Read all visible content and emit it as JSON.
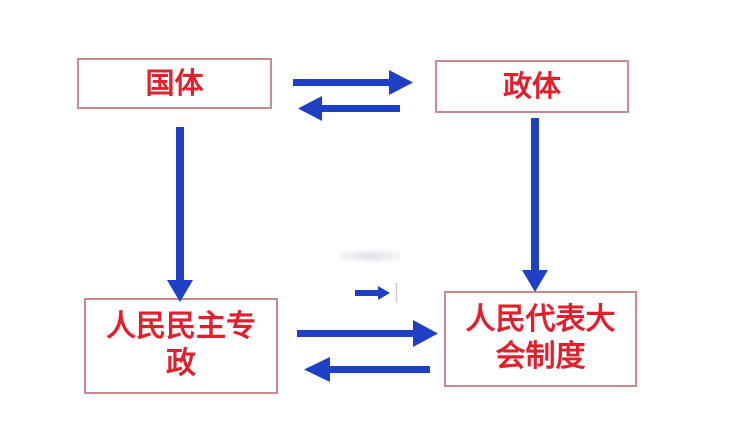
{
  "diagram": {
    "nodes": [
      {
        "id": "guoti",
        "label": "国体",
        "lines": [
          "国体"
        ]
      },
      {
        "id": "zhengti",
        "label": "政体",
        "lines": [
          "政体"
        ]
      },
      {
        "id": "renmin_minzhu_zhuanzheng",
        "label": "人民民主专政",
        "lines": [
          "人民民主专",
          "政"
        ]
      },
      {
        "id": "renmin_daibiao_dahui_zhidu",
        "label": "人民代表大会制度",
        "lines": [
          "人民代表大",
          "会制度"
        ]
      }
    ],
    "edges": [
      {
        "from": "guoti",
        "to": "zhengti"
      },
      {
        "from": "zhengti",
        "to": "guoti"
      },
      {
        "from": "guoti",
        "to": "renmin_minzhu_zhuanzheng"
      },
      {
        "from": "zhengti",
        "to": "renmin_daibiao_dahui_zhidu"
      },
      {
        "from": "renmin_minzhu_zhuanzheng",
        "to": "renmin_daibiao_dahui_zhidu"
      },
      {
        "from": "renmin_daibiao_dahui_zhidu",
        "to": "renmin_minzhu_zhuanzheng"
      }
    ],
    "colors": {
      "text": "#e0202c",
      "box_border": "#c98a8f",
      "arrow": "#1f3fc4",
      "background": "#ffffff"
    }
  }
}
